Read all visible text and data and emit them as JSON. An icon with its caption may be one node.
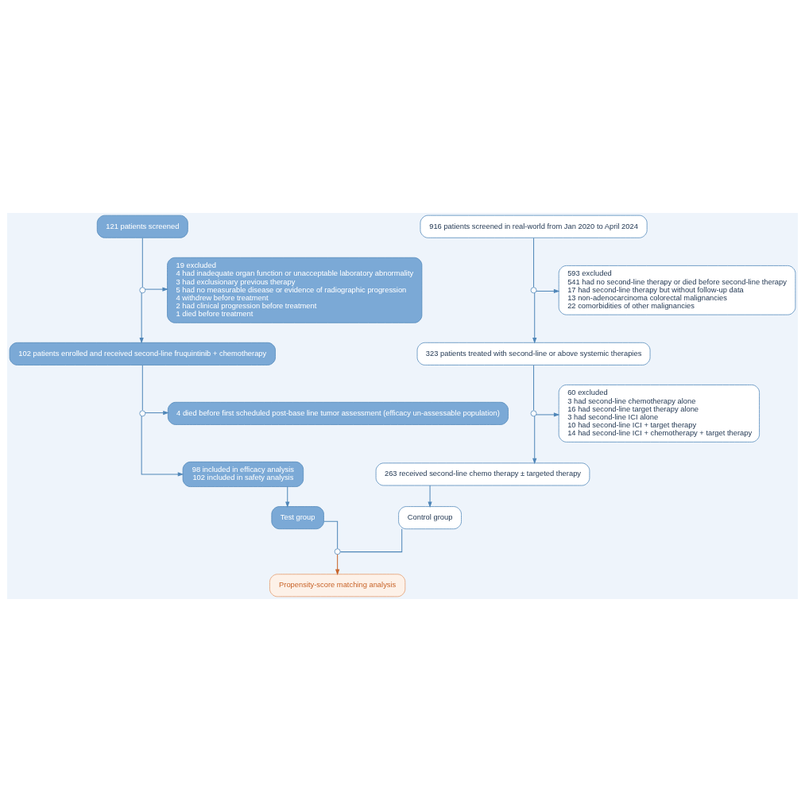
{
  "diagram": {
    "nodes": [
      {
        "text": [
          "121 patients screened"
        ]
      },
      {
        "text": [
          "916 patients screened in real-world from Jan 2020 to April 2024"
        ]
      },
      {
        "text": [],
        "shape": "circle"
      },
      {
        "text": [
          "19 excluded",
          "4 had inadequate organ function or unacceptable laboratory abnormality",
          "3 had exclusionary previous therapy",
          "5 had no measurable disease or evidence of radiographic progression",
          "4 withdrew before treatment",
          "2 had clinical progression before treatment",
          "1 died before treatment"
        ]
      },
      {
        "text": [],
        "shape": "circle"
      },
      {
        "text": [
          "593 excluded",
          "541 had no second-line therapy or died before second-line therapy",
          "17 had second-line therapy but without follow-up data",
          "13 non-adenocarcinoma colorectal malignancies",
          "22 comorbidities of other malignancies"
        ]
      },
      {
        "text": [
          "102 patients enrolled and received second-line fruquintinib + chemotherapy"
        ]
      },
      {
        "text": [
          "323 patients treated with second-line or above systemic therapies"
        ]
      },
      {
        "text": [],
        "shape": "circle"
      },
      {
        "text": [
          "4 died before first scheduled post-base line tumor assessment (efficacy un-assessable population)"
        ]
      },
      {
        "text": [],
        "shape": "circle"
      },
      {
        "text": [
          "60 excluded",
          "3 had second-line chemotherapy alone",
          "16 had second-line target therapy alone",
          "3 had second-line ICI alone",
          "10 had second-line ICI + target therapy",
          "14 had second-line ICI + chemotherapy + target therapy"
        ]
      },
      {
        "text": [
          "98 included in efficacy analysis",
          "102 included in safety analysis"
        ]
      },
      {
        "text": [
          "263 received second-line chemo therapy ± targeted therapy"
        ]
      },
      {
        "text": [
          "Test group"
        ]
      },
      {
        "text": [
          "Control group"
        ]
      },
      {
        "text": [],
        "shape": "circle"
      },
      {
        "text": [
          "Propensity-score matching analysis"
        ]
      }
    ],
    "edges": [
      {
        "from": 0,
        "to": 2,
        "arrow": "none"
      },
      {
        "from": 2,
        "to": 6,
        "arrow": "to"
      },
      {
        "from": 2,
        "to": 3,
        "arrow": "to"
      },
      {
        "from": 1,
        "to": 4,
        "arrow": "none"
      },
      {
        "from": 4,
        "to": 7,
        "arrow": "to"
      },
      {
        "from": 4,
        "to": 5,
        "arrow": "to"
      },
      {
        "from": 6,
        "to": 8,
        "arrow": "none"
      },
      {
        "from": 8,
        "to": 12,
        "arrow": "to"
      },
      {
        "from": 8,
        "to": 9,
        "arrow": "to"
      },
      {
        "from": 7,
        "to": 10,
        "arrow": "none"
      },
      {
        "from": 10,
        "to": 13,
        "arrow": "to"
      },
      {
        "from": 10,
        "to": 11,
        "arrow": "to"
      },
      {
        "from": 12,
        "to": 14,
        "arrow": "to"
      },
      {
        "from": 13,
        "to": 15,
        "arrow": "to"
      },
      {
        "from": 14,
        "to": 16,
        "arrow": "none"
      },
      {
        "from": 15,
        "to": 16,
        "arrow": "none"
      },
      {
        "from": 16,
        "to": 17,
        "arrow": "to",
        "color": "#c8642a"
      }
    ]
  }
}
